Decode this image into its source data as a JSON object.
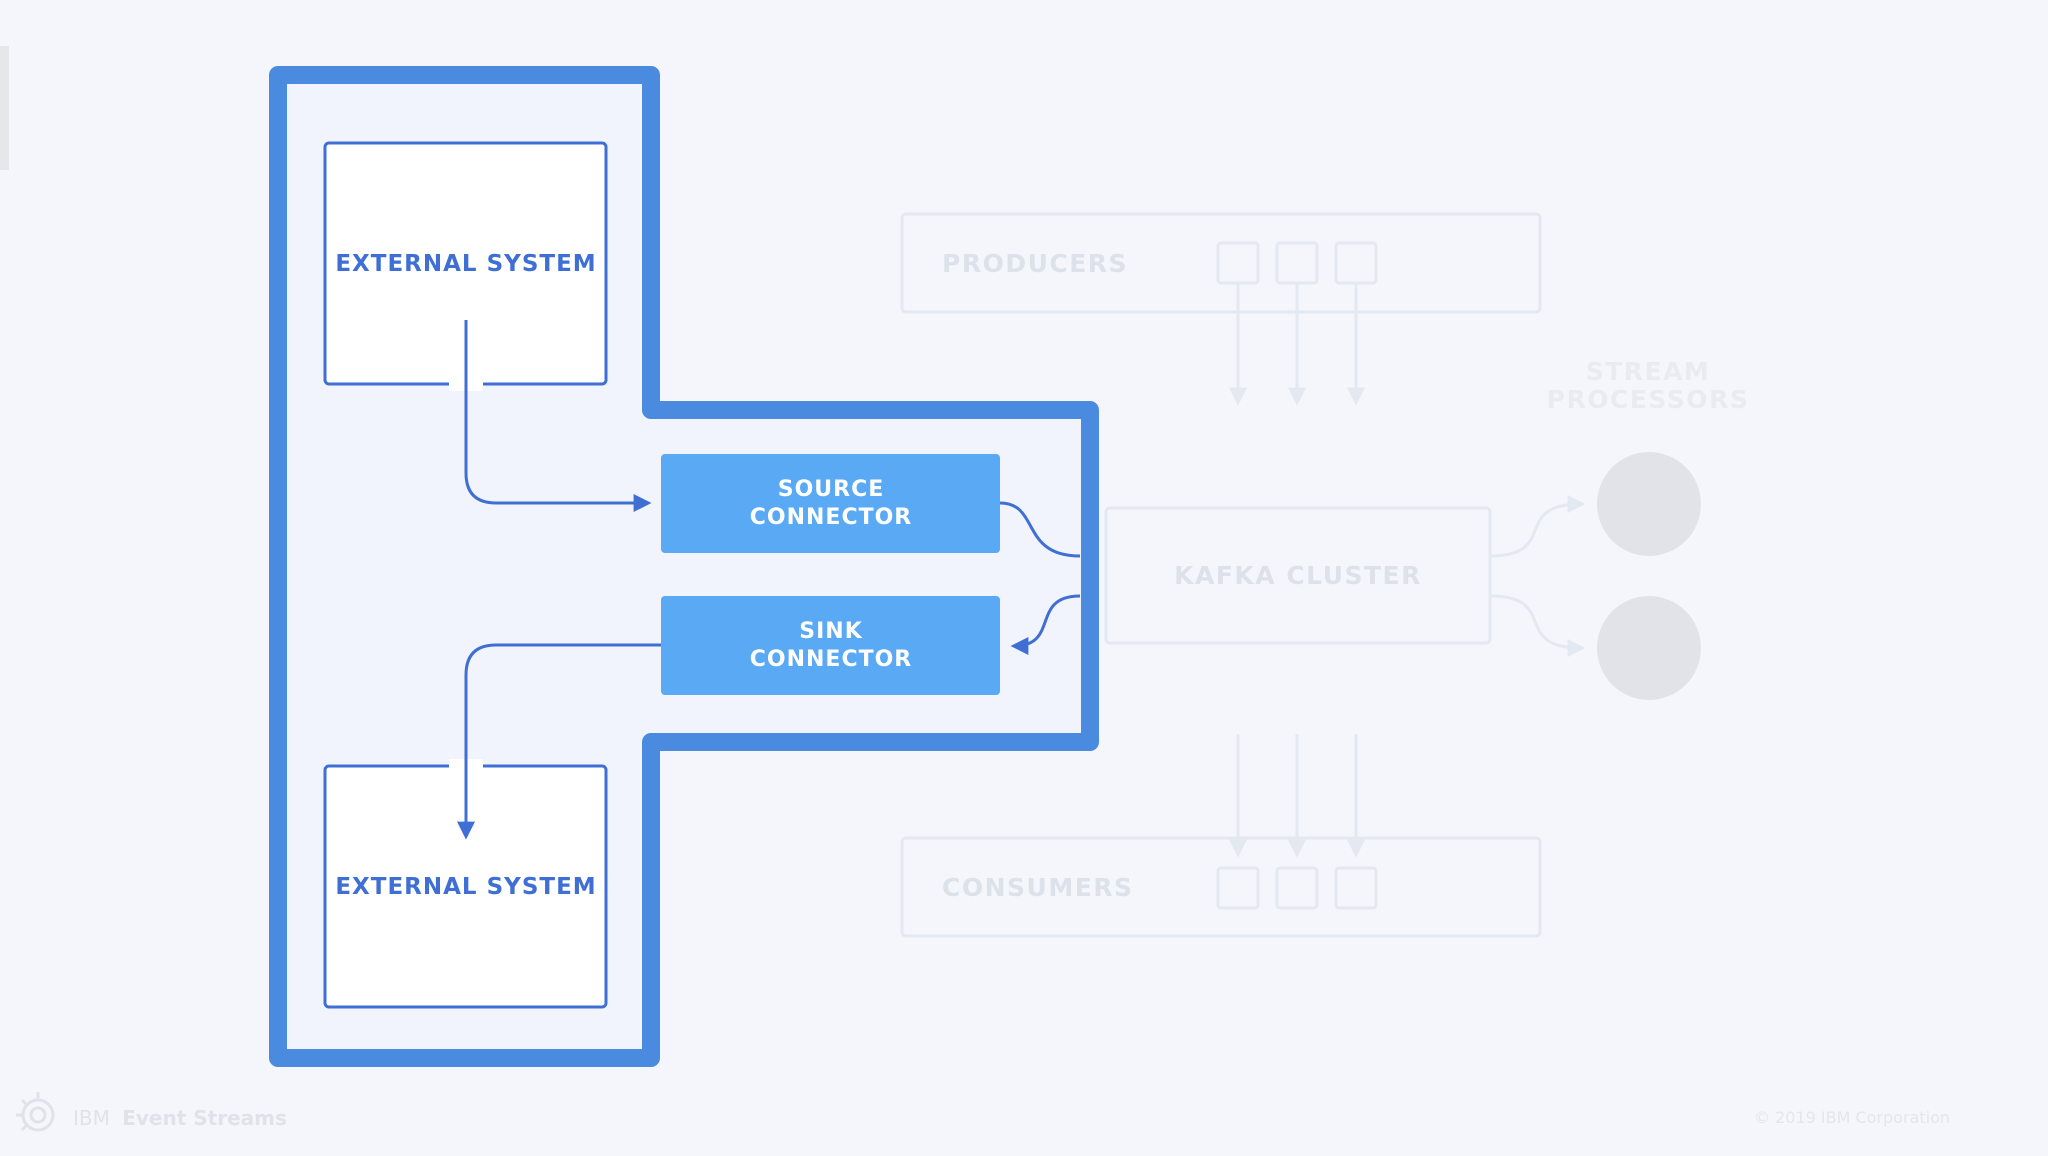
{
  "diagram": {
    "external_system_top": "EXTERNAL SYSTEM",
    "external_system_bottom": "EXTERNAL SYSTEM",
    "source_connector": [
      "SOURCE",
      "CONNECTOR"
    ],
    "sink_connector": [
      "SINK",
      "CONNECTOR"
    ],
    "producers": "PRODUCERS",
    "consumers": "CONSUMERS",
    "kafka_cluster": "KAFKA CLUSTER",
    "stream_processors": [
      "STREAM",
      "PROCESSORS"
    ]
  },
  "footer": {
    "brand_prefix": "IBM",
    "brand_name": "Event Streams",
    "copyright": "© 2019 IBM Corporation"
  },
  "colors": {
    "accent": "#4a8be0",
    "connector_fill": "#5aa9f5",
    "text_blue": "#3f6fd4",
    "faded": "#e3e8f1",
    "faded_text": "#dde2ea",
    "circle": "#e1e3e8"
  }
}
